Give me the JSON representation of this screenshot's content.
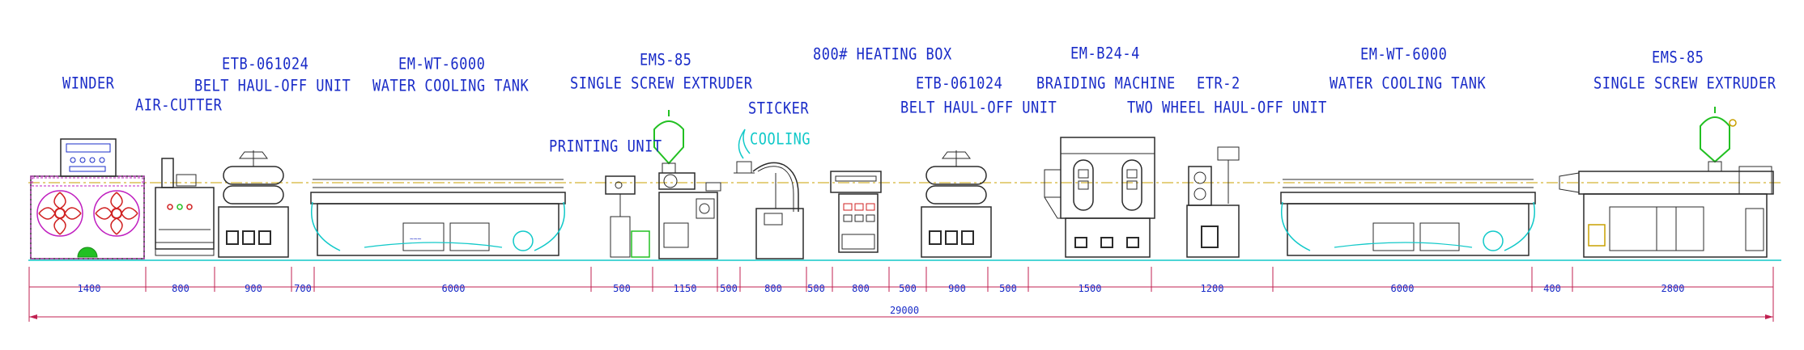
{
  "labels": {
    "winder": "WINDER",
    "air_cutter": "AIR-CUTTER",
    "belt_haul_code_1": "ETB-061024",
    "belt_haul_name_1": "BELT HAUL-OFF UNIT",
    "tank_code_1": "EM-WT-6000",
    "tank_name_1": "WATER COOLING TANK",
    "extruder_code_1": "EMS-85",
    "extruder_name_1": "SINGLE SCREW EXTRUDER",
    "printing_unit": "PRINTING UNIT",
    "sticker": "STICKER",
    "cooling": "COOLING",
    "heating_box": "800# HEATING BOX",
    "belt_haul_code_2": "ETB-061024",
    "belt_haul_name_2": "BELT HAUL-OFF UNIT",
    "braiding_code": "EM-B24-4",
    "braiding_name": "BRAIDING MACHINE",
    "two_wheel_code": "ETR-2",
    "two_wheel_name": "TWO WHEEL HAUL-OFF UNIT",
    "tank_code_2": "EM-WT-6000",
    "tank_name_2": "WATER COOLING TANK",
    "extruder_code_2": "EMS-85",
    "extruder_name_2": "SINGLE SCREW EXTRUDER"
  },
  "dimensions": [
    "1400",
    "800",
    "900",
    "700",
    "6000",
    "500",
    "1150",
    "500",
    "800",
    "500",
    "800",
    "500",
    "900",
    "500",
    "1500",
    "1200",
    "6000",
    "400",
    "2800"
  ],
  "total_length": "29000",
  "colors": {
    "text": "#1a2cc8",
    "outline": "#2b2b2b",
    "accent_green": "#22c022",
    "accent_cyan": "#12c9c9",
    "accent_magenta": "#c020c0",
    "accent_red": "#d02020",
    "dim_line": "#c02050",
    "centerline": "#c8a000"
  }
}
